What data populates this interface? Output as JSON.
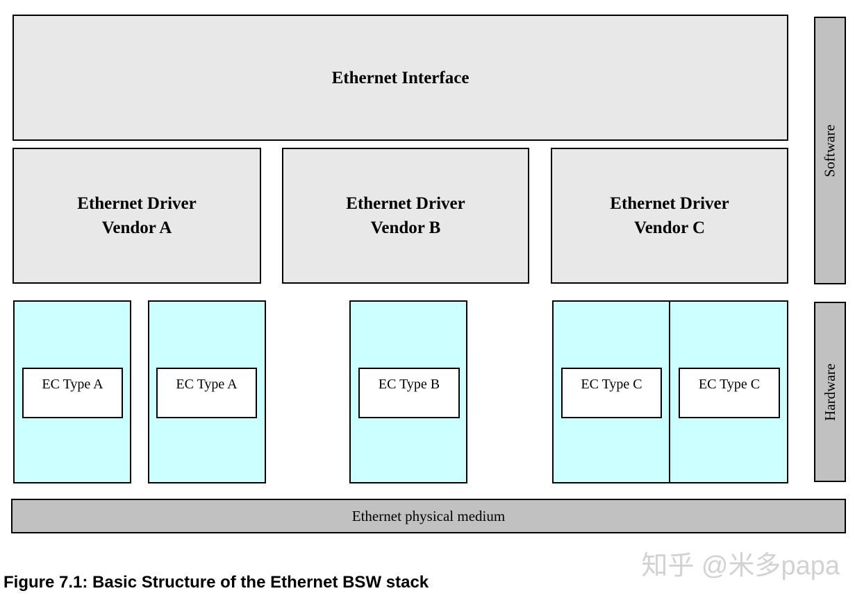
{
  "figure": {
    "interface": {
      "label": "Ethernet Interface"
    },
    "drivers": [
      {
        "line1": "Ethernet Driver",
        "line2": "Vendor A"
      },
      {
        "line1": "Ethernet Driver",
        "line2": "Vendor B"
      },
      {
        "line1": "Ethernet Driver",
        "line2": "Vendor C"
      }
    ],
    "layer_bars": [
      {
        "label": "Software"
      },
      {
        "label": "Hardware"
      }
    ],
    "controllers": [
      {
        "label": "EC Type A"
      },
      {
        "label": "EC Type A"
      },
      {
        "label": "EC Type B"
      },
      {
        "label": "EC Type C"
      },
      {
        "label": "EC Type C"
      }
    ],
    "medium": {
      "label": "Ethernet physical medium"
    },
    "caption": "Figure 7.1: Basic Structure of the Ethernet BSW stack",
    "watermark": "知乎 @米多papa",
    "colors": {
      "box_fill": "#e8e8e8",
      "layer_bar_fill": "#c1c1c1",
      "controller_fill": "#ccffff",
      "ec_fill": "#ffffff",
      "border": "#000000"
    }
  }
}
